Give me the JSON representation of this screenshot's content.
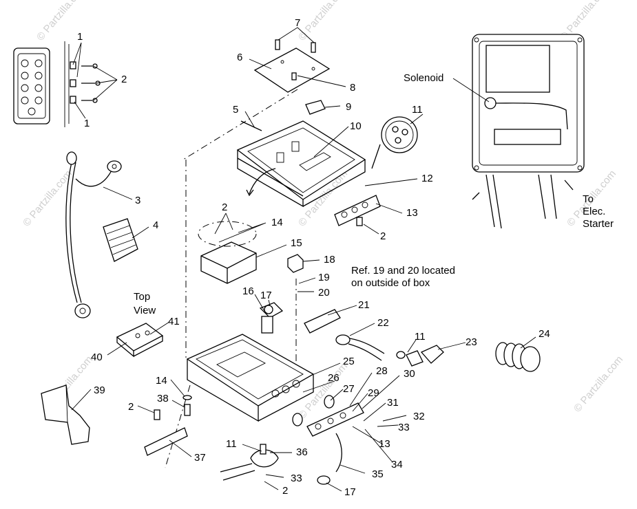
{
  "diagram": {
    "callouts": [
      "1",
      "2",
      "3",
      "4",
      "5",
      "6",
      "7",
      "8",
      "9",
      "10",
      "11",
      "12",
      "13",
      "14",
      "15",
      "16",
      "17",
      "18",
      "19",
      "20",
      "21",
      "22",
      "23",
      "24",
      "25",
      "26",
      "27",
      "28",
      "29",
      "30",
      "31",
      "32",
      "33",
      "34",
      "35",
      "36",
      "37",
      "38",
      "39",
      "40",
      "41"
    ],
    "notes": {
      "solenoid": "Solenoid",
      "to_elec_starter": [
        "To",
        "Elec.",
        "Starter"
      ],
      "top_view": [
        "Top",
        "View"
      ],
      "ref_note": [
        "Ref. 19 and 20 located",
        "on outside of box"
      ]
    },
    "watermark": "© Partzilla.com"
  }
}
